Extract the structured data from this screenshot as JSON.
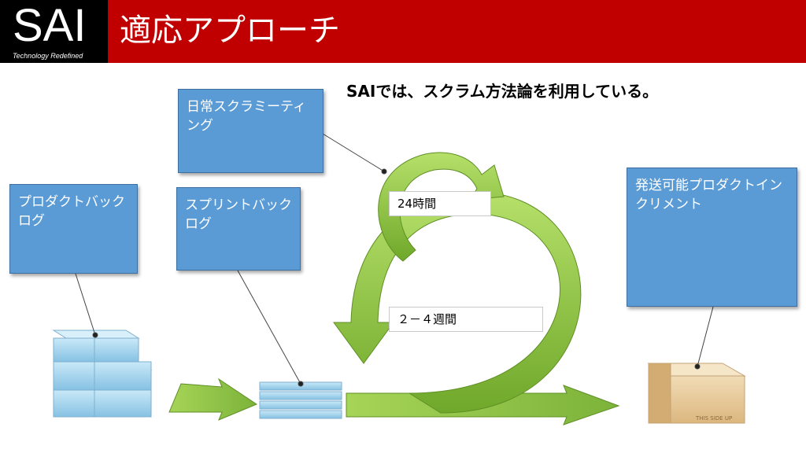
{
  "header": {
    "logo": "SAI",
    "tagline": "Technology Redefined",
    "title": "適応アプローチ"
  },
  "subtitle": "SAIでは、スクラム方法論を利用している。",
  "boxes": {
    "daily_meeting": "日常スクラミーティング",
    "product_backlog": "プロダクトバックログ",
    "sprint_backlog": "スプリントバックログ",
    "increment": "発送可能プロダクトインクリメント"
  },
  "labels": {
    "hours": "24時間",
    "weeks": "２－４週間",
    "box_print": "THIS SIDE UP"
  },
  "colors": {
    "header_red": "#c00000",
    "logo_black": "#000000",
    "box_blue": "#5b9bd5",
    "arrow_green": "#8dc63f",
    "cube_blue": "#a9d6ef",
    "carton_tan": "#e8c99a"
  }
}
